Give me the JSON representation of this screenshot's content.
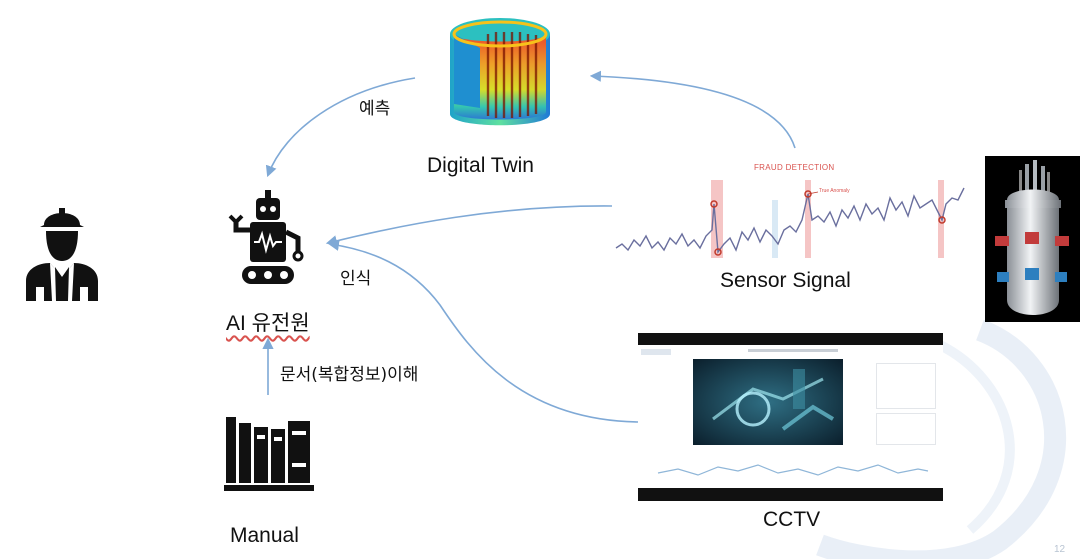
{
  "labels": {
    "digital_twin": "Digital Twin",
    "sensor_signal": "Sensor Signal",
    "cctv": "CCTV",
    "manual": "Manual",
    "ai_operator": "AI 유전원",
    "predict": "예측",
    "recognize": "인식",
    "document_understanding": "문서(복합정보)이해",
    "fraud_detection": "FRAUD DETECTION",
    "true_anomaly": "True Anomaly",
    "page_number": "12"
  },
  "icons": {
    "worker": "worker-icon",
    "robot": "robot-icon",
    "books": "books-icon",
    "reactor_vessel": "reactor-vessel-image",
    "digital_twin_model": "thermal-3d-model-image",
    "cctv_screen": "cctv-screenshot-image"
  },
  "colors": {
    "arrow": "#7fa9d6",
    "signal_line": "#6a6f9e",
    "fraud_highlight": "#e8a0a0",
    "fraud_marker": "#c0392b",
    "fraud_text": "#d9534f"
  }
}
